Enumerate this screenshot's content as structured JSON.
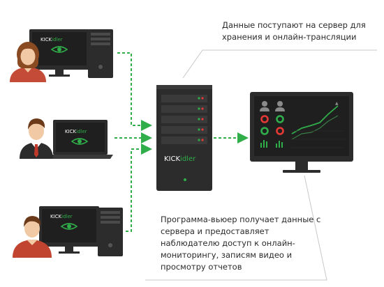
{
  "captions": {
    "server_flow": "Данные поступают на сервер для хранения и онлайн-трансляции",
    "viewer_flow": "Программа-вьюер получает данные с сервера и предоставляет наблюдателю доступ к онлайн-мониторингу, записям видео и просмотру отчетов"
  },
  "brand": {
    "logo_left": "KICK",
    "logo_right": "idler"
  },
  "colors": {
    "accent_green": "#2fae4a",
    "dark": "#2c2c2c",
    "screen": "#1f1f1f",
    "red": "#e53935"
  }
}
